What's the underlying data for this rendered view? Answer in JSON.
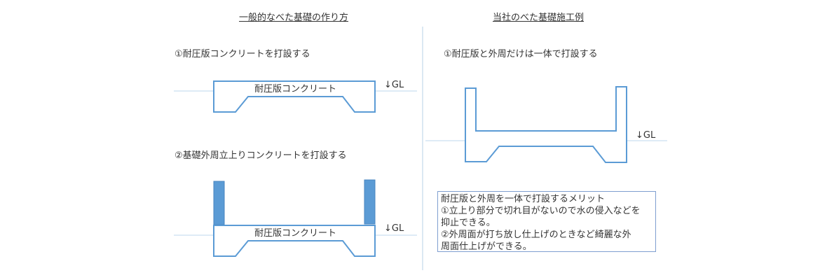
{
  "left": {
    "title": "一般的なべた基礎の作り方",
    "step1": "①耐圧版コンクリートを打設する",
    "step2": "②基礎外周立上りコンクリートを打設する",
    "slab_label_1": "耐圧版コンクリート",
    "slab_label_2": "耐圧版コンクリート",
    "gl_1": "↓GL",
    "gl_2": "↓GL"
  },
  "right": {
    "title": "当社のべた基礎施工例",
    "step1": "①耐圧版と外周だけは一体で打設する",
    "gl": "↓GL",
    "merit": {
      "heading": "耐圧版と外周を一体で打設するメリット",
      "line1": "①立上り部分で切れ目がないので水の侵入などを",
      "line2": "抑止できる。",
      "line3": "②外周面が打ち放し仕上げのときなど綺麗な外",
      "line4": "周面仕上げができる。"
    }
  },
  "colors": {
    "outline": "#5b9bd5",
    "fill": "#5b9bd5",
    "ground": "#bdd7ee",
    "divider": "#dbe8f3"
  }
}
